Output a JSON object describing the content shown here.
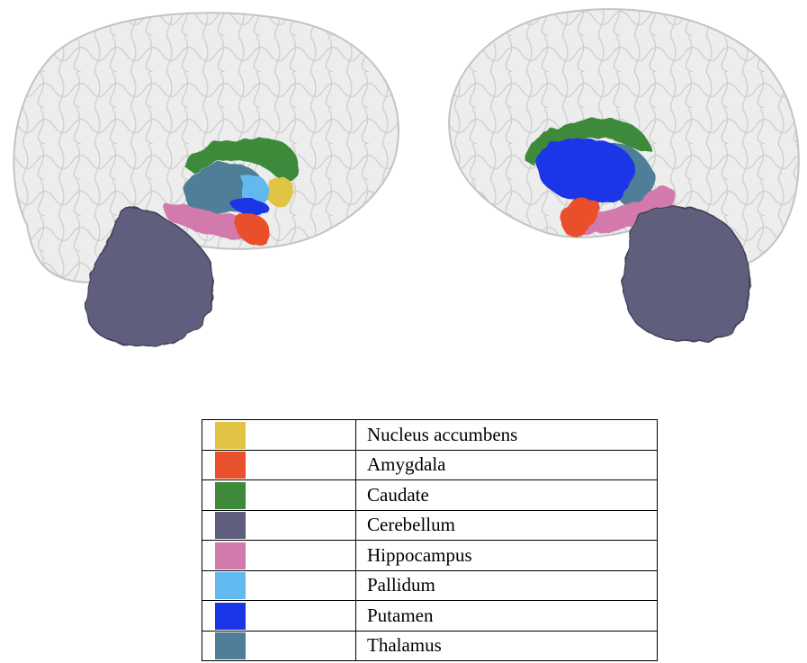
{
  "legend": [
    {
      "label": "Nucleus accumbens",
      "color": "#e2c444"
    },
    {
      "label": "Amygdala",
      "color": "#e9502c"
    },
    {
      "label": "Caudate",
      "color": "#3e8a3a"
    },
    {
      "label": "Cerebellum",
      "color": "#5f5e7d"
    },
    {
      "label": "Hippocampus",
      "color": "#d27aac"
    },
    {
      "label": "Pallidum",
      "color": "#62b9f0"
    },
    {
      "label": "Putamen",
      "color": "#1b36e6"
    },
    {
      "label": "Thalamus",
      "color": "#4f7e98"
    }
  ],
  "views": [
    {
      "name": "left-hemisphere-view"
    },
    {
      "name": "right-hemisphere-view"
    }
  ]
}
